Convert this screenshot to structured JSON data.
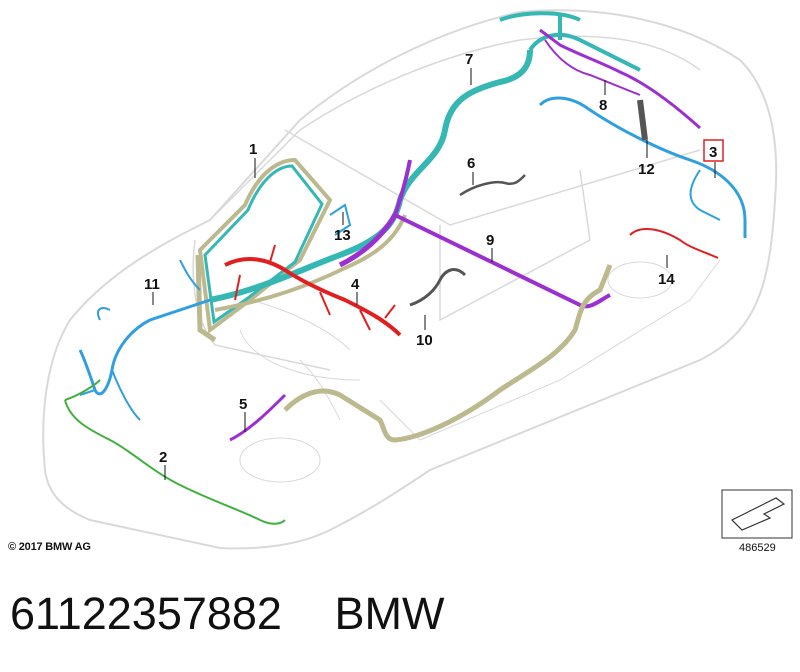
{
  "diagram": {
    "callouts": [
      "1",
      "2",
      "3",
      "4",
      "5",
      "6",
      "7",
      "8",
      "9",
      "10",
      "11",
      "12",
      "13",
      "14"
    ],
    "highlighted_callout": "3",
    "copyright": "© 2017 BMW AG",
    "drawing_number": "486529",
    "colors": {
      "outline": "#dcdcdc",
      "teal": "#35b7b4",
      "tan": "#bdb98e",
      "purple": "#9b2fd0",
      "red": "#e02020",
      "blue": "#2f9fe0",
      "green": "#40b040",
      "grey_cable": "#555555",
      "highlight_box": "#e02020"
    }
  },
  "caption": {
    "part_number": "61122357882",
    "brand": "BMW"
  }
}
